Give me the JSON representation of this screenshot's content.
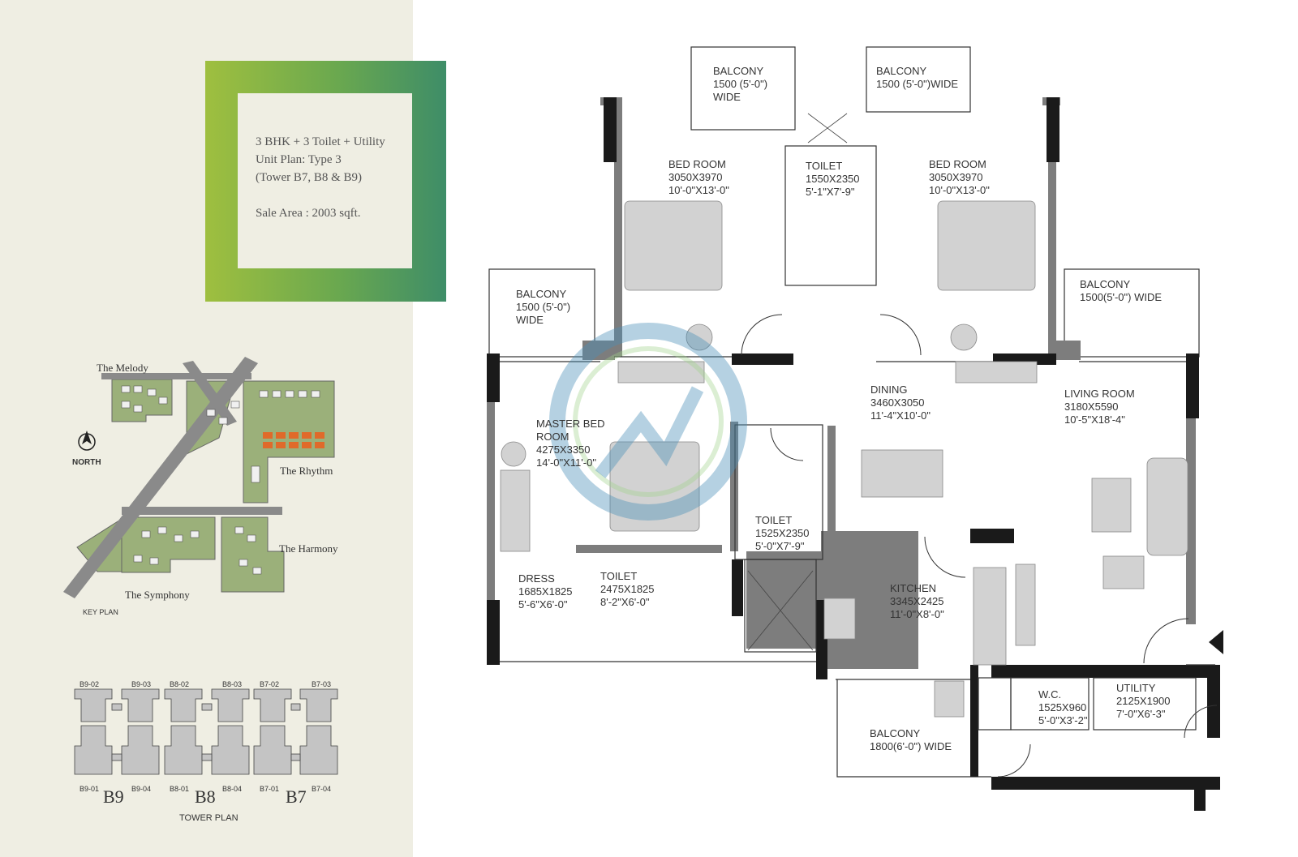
{
  "title_box": {
    "line1": "3 BHK + 3 Toilet + Utility",
    "line2": "Unit Plan: Type 3",
    "line3": "(Tower B7, B8 & B9)",
    "line4": "Sale Area : 2003 sqft."
  },
  "key_plan": {
    "the_melody": "The Melody",
    "north": "NORTH",
    "the_rhythm": "The Rhythm",
    "the_harmony": "The Harmony",
    "the_symphony": "The Symphony",
    "caption": "KEY PLAN"
  },
  "tower_plan": {
    "top_labels": [
      "B9-02",
      "B9-03",
      "B8-02",
      "B8-03",
      "B7-02",
      "B7-03"
    ],
    "bottom_labels": [
      "B9-01",
      "B9-04",
      "B8-01",
      "B8-04",
      "B7-01",
      "B7-04"
    ],
    "towers": [
      "B9",
      "B8",
      "B7"
    ],
    "caption": "TOWER PLAN"
  },
  "rooms": {
    "balcony_top_left": {
      "name": "BALCONY",
      "l2": "1500 (5'-0\")",
      "l3": "WIDE"
    },
    "balcony_top_right": {
      "name": "BALCONY",
      "l2": "1500 (5'-0\")WIDE"
    },
    "bed_room_left": {
      "name": "BED ROOM",
      "l2": "3050X3970",
      "l3": "10'-0\"X13'-0\""
    },
    "toilet_top": {
      "name": "TOILET",
      "l2": "1550X2350",
      "l3": "5'-1\"X7'-9\""
    },
    "bed_room_right": {
      "name": "BED ROOM",
      "l2": "3050X3970",
      "l3": "10'-0\"X13'-0\""
    },
    "balcony_left": {
      "name": "BALCONY",
      "l2": "1500 (5'-0\")",
      "l3": "WIDE"
    },
    "balcony_right": {
      "name": "BALCONY",
      "l2": "1500(5'-0\") WIDE"
    },
    "dining": {
      "name": "DINING",
      "l2": "3460X3050",
      "l3": "11'-4\"X10'-0\""
    },
    "living_room": {
      "name": "LIVING ROOM",
      "l2": "3180X5590",
      "l3": "10'-5\"X18'-4\""
    },
    "master_bed_room": {
      "name": "MASTER BED",
      "l1b": "ROOM",
      "l2": "4275X3350",
      "l3": "14'-0\"X11'-0\""
    },
    "toilet_mid": {
      "name": "TOILET",
      "l2": "1525X2350",
      "l3": "5'-0\"X7'-9\""
    },
    "dress": {
      "name": "DRESS",
      "l2": "1685X1825",
      "l3": "5'-6\"X6'-0\""
    },
    "toilet_master": {
      "name": "TOILET",
      "l2": "2475X1825",
      "l3": "8'-2\"X6'-0\""
    },
    "kitchen": {
      "name": "KITCHEN",
      "l2": "3345X2425",
      "l3": "11'-0\"X8'-0\""
    },
    "wc": {
      "name": "W.C.",
      "l2": "1525X960",
      "l3": "5'-0\"X3'-2\""
    },
    "utility": {
      "name": "UTILITY",
      "l2": "2125X1900",
      "l3": "7'-0\"X6'-3\""
    },
    "balcony_bottom": {
      "name": "BALCONY",
      "l2": "1800(6'-0\") WIDE"
    }
  },
  "colors": {
    "wall": "#1a1a1a",
    "wall_grey": "#7a7a7a",
    "furniture": "#cfcfcf",
    "green_accent": "#5a9e58",
    "watermark": "#4a90b8"
  }
}
